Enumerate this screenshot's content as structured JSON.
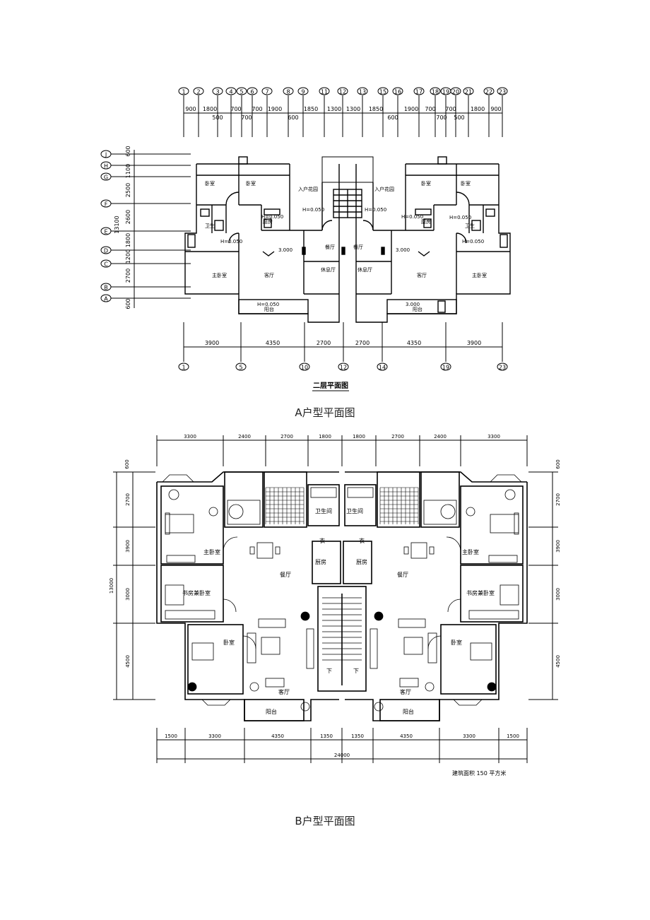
{
  "plan_a": {
    "title": "二层平面图",
    "caption": "A户型平面图",
    "axes_top": [
      "1",
      "2",
      "3",
      "4",
      "5",
      "6",
      "7",
      "8",
      "9",
      "11",
      "12",
      "13",
      "15",
      "16",
      "17",
      "18",
      "19",
      "20",
      "21",
      "22",
      "23"
    ],
    "dims_top_row1": [
      "900",
      "1800",
      "700",
      "700",
      "1900",
      "1850",
      "1300",
      "1300",
      "1850",
      "1900",
      "700",
      "700",
      "1800",
      "900"
    ],
    "dims_top_row2": [
      "500",
      "700",
      "600",
      "600",
      "700",
      "500"
    ],
    "axes_left": [
      "J",
      "H",
      "G",
      "F",
      "E",
      "D",
      "C",
      "B",
      "A"
    ],
    "dims_left": [
      "600",
      "1100",
      "2500",
      "2600",
      "1800",
      "1200",
      "2700",
      "600"
    ],
    "dim_left_total": "13100",
    "dims_bottom": [
      "3900",
      "4350",
      "2700",
      "2700",
      "4350",
      "3900"
    ],
    "axes_bottom": [
      "1",
      "5",
      "10",
      "12",
      "14",
      "19",
      "23"
    ],
    "room_labels": {
      "bedroom": "卧室",
      "bedroom_alt": "卧室",
      "entrance": "入户花园",
      "living": "客厅",
      "dining": "餐厅",
      "master": "主卧室",
      "leisure": "休息厅",
      "balcony": "阳台",
      "bath": "卫生",
      "kitchen": "厨房"
    },
    "level_marks": [
      "H=0.050",
      "H=0.050",
      "H=0.050",
      "H=0.050",
      "H=0.050",
      "H=0.050",
      "H=0.050",
      "H=0.050",
      "3.000",
      "3.000"
    ]
  },
  "plan_b": {
    "caption": "B户型平面图",
    "dims_top": [
      "3300",
      "2400",
      "2700",
      "1800",
      "1800",
      "2700",
      "2400",
      "3300"
    ],
    "dims_left": [
      "2700",
      "3900",
      "3000",
      "4500"
    ],
    "dim_left_total": "13000",
    "dims_right": [
      "2700",
      "3900",
      "3000",
      "4500"
    ],
    "dim_side_small": [
      "600",
      "600"
    ],
    "dims_bottom": [
      "1500",
      "3300",
      "4350",
      "1350",
      "1350",
      "4350",
      "3300",
      "1500"
    ],
    "dim_bottom_total": "24000",
    "room_labels": {
      "master": "主卧室",
      "study": "书房兼卧室",
      "bedroom": "卧室",
      "dining": "餐厅",
      "living": "客厅",
      "bath": "卫生间",
      "kitchen": "厨房",
      "balcony": "阳台",
      "storage": "衣",
      "stair_down": "下"
    },
    "note": "建筑面积 150 平方米"
  }
}
